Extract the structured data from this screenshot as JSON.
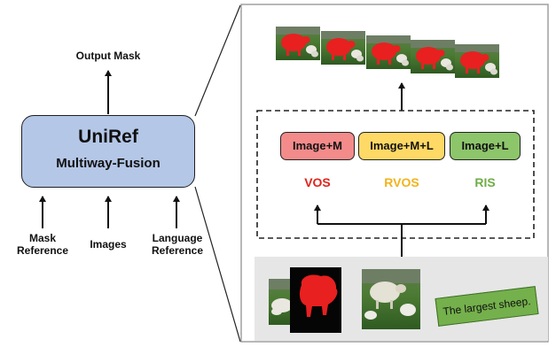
{
  "left": {
    "output_label": "Output Mask",
    "title": "UniRef",
    "subtitle": "Multiway-Fusion",
    "inputs": {
      "mask_line1": "Mask",
      "mask_line2": "Reference",
      "images": "Images",
      "language_line1": "Language",
      "language_line2": "Reference"
    }
  },
  "modes": [
    {
      "label": "Image+M",
      "task": "VOS",
      "box_color": "#f38b8b",
      "task_color": "#e0231b"
    },
    {
      "label": "Image+M+L",
      "task": "RVOS",
      "box_color": "#ffd966",
      "task_color": "#f2b31b"
    },
    {
      "label": "Image+L",
      "task": "RIS",
      "box_color": "#8dc56b",
      "task_color": "#6fad47"
    }
  ],
  "caption": "The largest sheep.",
  "colors": {
    "sheep_mask": "#e82020",
    "grass": "#3f6b2c"
  }
}
